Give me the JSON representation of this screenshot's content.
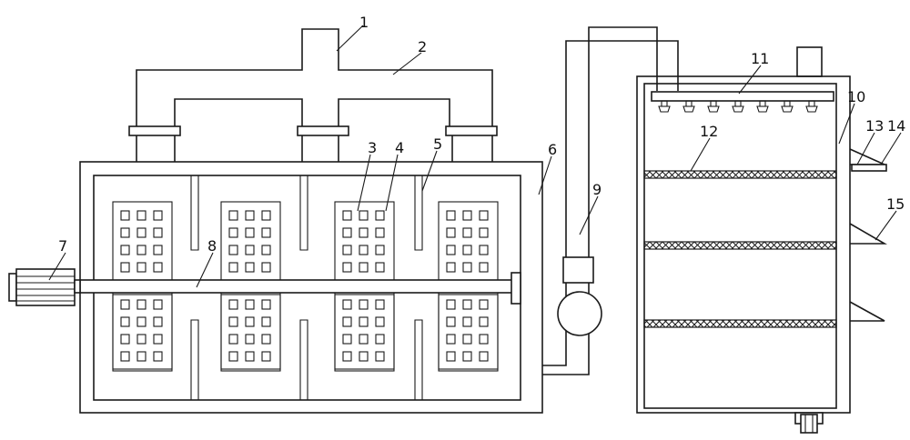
{
  "diagram": {
    "background": "#ffffff",
    "line_color": "#1a1a1a",
    "labels": {
      "l1": "1",
      "l2": "2",
      "l3": "3",
      "l4": "4",
      "l5": "5",
      "l6": "6",
      "l7": "7",
      "l8": "8",
      "l9": "9",
      "l10": "10",
      "l11": "11",
      "l12": "12",
      "l13": "13",
      "l14": "14",
      "l15": "15"
    }
  }
}
